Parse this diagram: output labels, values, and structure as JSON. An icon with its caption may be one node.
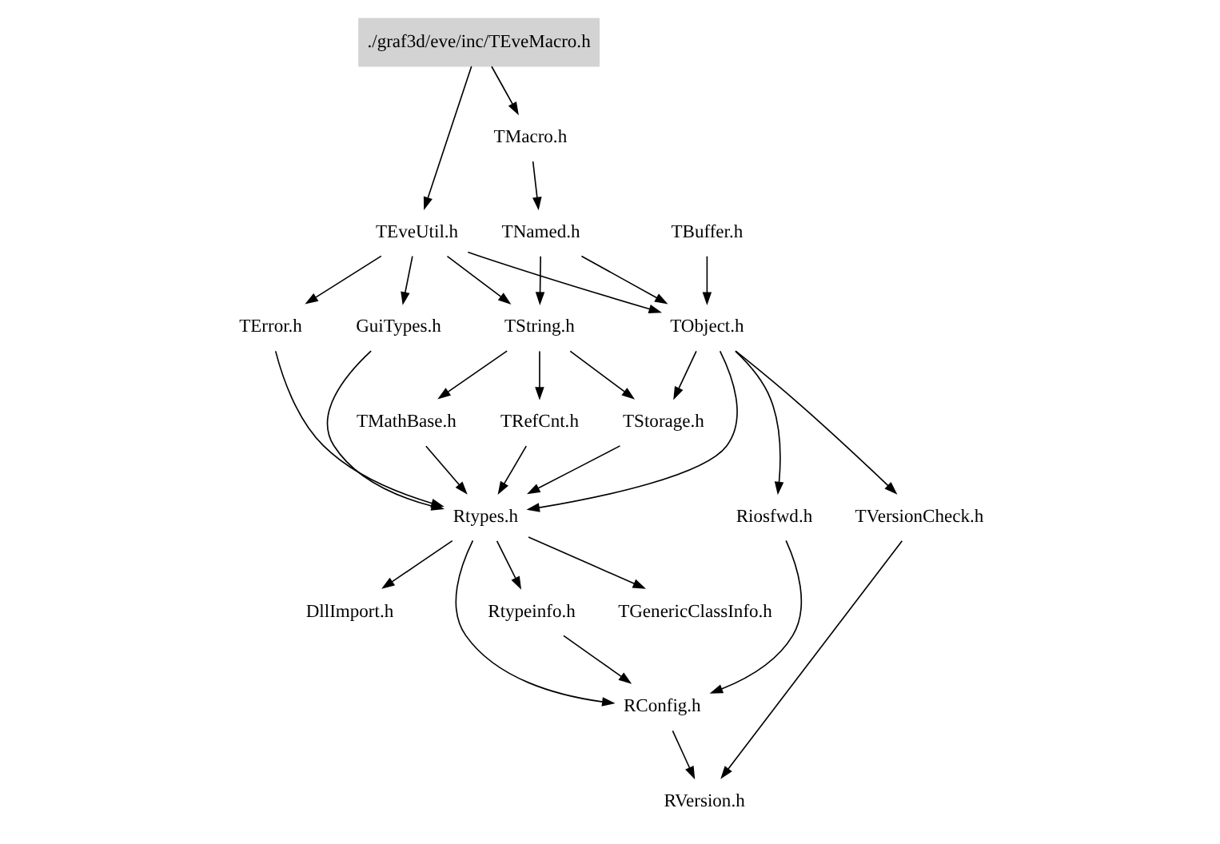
{
  "diagram": {
    "nodes": [
      {
        "text": [
          "./graf3d/eve/inc/TEveMacro.h"
        ]
      },
      {
        "text": [
          "TMacro.h"
        ]
      },
      {
        "text": [
          "TEveUtil.h"
        ]
      },
      {
        "text": [
          "TNamed.h"
        ]
      },
      {
        "text": [
          "TError.h"
        ]
      },
      {
        "text": [
          "GuiTypes.h"
        ]
      },
      {
        "text": [
          "TString.h"
        ]
      },
      {
        "text": [
          "TObject.h"
        ]
      },
      {
        "text": [
          "TMathBase.h"
        ]
      },
      {
        "text": [
          "TRefCnt.h"
        ]
      },
      {
        "text": [
          "TStorage.h"
        ]
      },
      {
        "text": [
          "Riosfwd.h"
        ]
      },
      {
        "text": [
          "TBuffer.h"
        ]
      },
      {
        "text": [
          "Rtypes.h"
        ]
      },
      {
        "text": [
          "TVersionCheck.h"
        ]
      },
      {
        "text": [
          "DllImport.h"
        ]
      },
      {
        "text": [
          "TGenericClassInfo.h"
        ]
      },
      {
        "text": [
          "Rtypeinfo.h"
        ]
      },
      {
        "text": [
          "RConfig.h"
        ]
      },
      {
        "text": [
          "RVersion.h"
        ]
      }
    ],
    "edges": [
      {
        "from": 0,
        "to": 2,
        "arrow": "to"
      },
      {
        "from": 0,
        "to": 1,
        "arrow": "to"
      },
      {
        "from": 1,
        "to": 3,
        "arrow": "to"
      },
      {
        "from": 2,
        "to": 4,
        "arrow": "to"
      },
      {
        "from": 2,
        "to": 5,
        "arrow": "to"
      },
      {
        "from": 2,
        "to": 6,
        "arrow": "to"
      },
      {
        "from": 2,
        "to": 7,
        "arrow": "to"
      },
      {
        "from": 3,
        "to": 6,
        "arrow": "to"
      },
      {
        "from": 3,
        "to": 7,
        "arrow": "to"
      },
      {
        "from": 6,
        "to": 8,
        "arrow": "to"
      },
      {
        "from": 6,
        "to": 9,
        "arrow": "to"
      },
      {
        "from": 6,
        "to": 10,
        "arrow": "to"
      },
      {
        "from": 7,
        "to": 10,
        "arrow": "to"
      },
      {
        "from": 7,
        "to": 11,
        "arrow": "to"
      },
      {
        "from": 12,
        "to": 7,
        "arrow": "to"
      },
      {
        "from": 7,
        "to": 13,
        "arrow": "to"
      },
      {
        "from": 7,
        "to": 14,
        "arrow": "to"
      },
      {
        "from": 4,
        "to": 13,
        "arrow": "to"
      },
      {
        "from": 5,
        "to": 13,
        "arrow": "to"
      },
      {
        "from": 8,
        "to": 13,
        "arrow": "to"
      },
      {
        "from": 9,
        "to": 13,
        "arrow": "to"
      },
      {
        "from": 10,
        "to": 13,
        "arrow": "to"
      },
      {
        "from": 13,
        "to": 15,
        "arrow": "to"
      },
      {
        "from": 13,
        "to": 16,
        "arrow": "to"
      },
      {
        "from": 13,
        "to": 17,
        "arrow": "to"
      },
      {
        "from": 13,
        "to": 18,
        "arrow": "to"
      },
      {
        "from": 17,
        "to": 18,
        "arrow": "to"
      },
      {
        "from": 11,
        "to": 18,
        "arrow": "to"
      },
      {
        "from": 18,
        "to": 19,
        "arrow": "to"
      },
      {
        "from": 14,
        "to": 19,
        "arrow": "to"
      }
    ]
  }
}
